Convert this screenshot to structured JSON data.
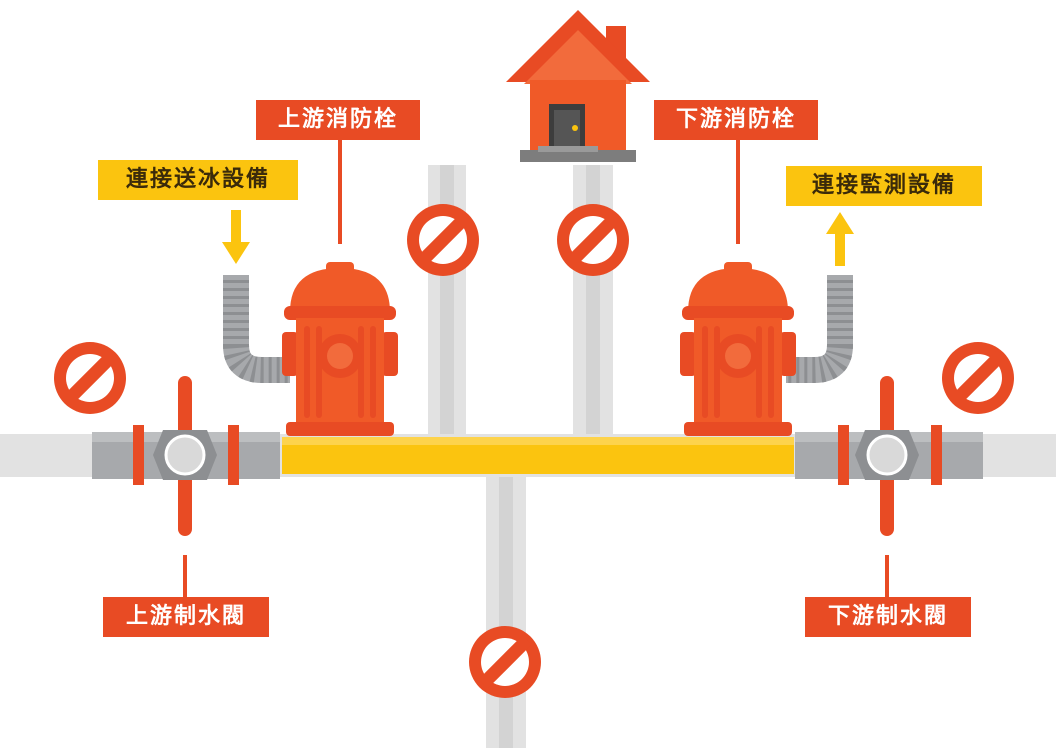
{
  "labels": {
    "upstream_hydrant": "上游消防栓",
    "downstream_hydrant": "下游消防栓",
    "connect_supply": "連接送冰設備",
    "connect_monitor": "連接監測設備",
    "upstream_valve": "上游制水閥",
    "downstream_valve": "下游制水閥"
  },
  "colors": {
    "orange_red": "#e84b24",
    "hydrant_red": "#f05a28",
    "yellow": "#fbc40f",
    "pipe_gray": "#e2e2e2",
    "fitting_gray": "#a7a9ac",
    "dark_gray": "#5c5c5c"
  },
  "icons": {
    "no_entry": "prohibited-sign-icon",
    "house": "house-icon",
    "hydrant": "fire-hydrant-icon",
    "valve": "gate-valve-icon",
    "hose": "flexible-hose-icon",
    "arrow_down": "arrow-down-icon",
    "arrow_up": "arrow-up-icon"
  }
}
